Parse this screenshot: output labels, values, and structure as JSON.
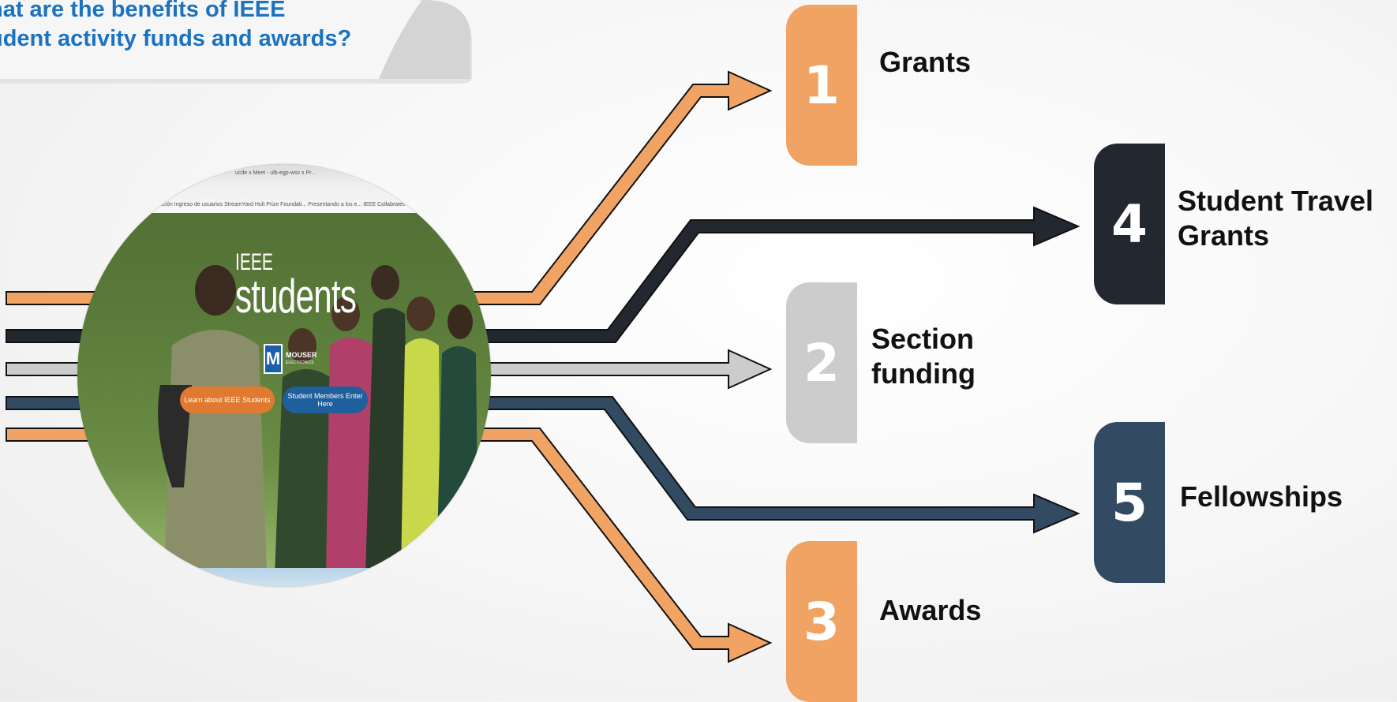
{
  "question": {
    "line1": "hat are the benefits of IEEE",
    "line2": "udent activity funds and awards?"
  },
  "colors": {
    "orange": "#f0a363",
    "navy": "#23272f",
    "gray": "#cccccc",
    "slate": "#334a63",
    "question_text": "#1b72c0"
  },
  "items": [
    {
      "number": "1",
      "label_lines": [
        "Grants"
      ],
      "color": "orange"
    },
    {
      "number": "2",
      "label_lines": [
        "Section",
        "funding"
      ],
      "color": "gray"
    },
    {
      "number": "3",
      "label_lines": [
        "Awards"
      ],
      "color": "orange"
    },
    {
      "number": "4",
      "label_lines": [
        "Student Travel",
        "Grants"
      ],
      "color": "navy"
    },
    {
      "number": "5",
      "label_lines": [
        "Fellowships"
      ],
      "color": "slate"
    }
  ],
  "photo": {
    "ieee": "IEEE",
    "students": "students",
    "sponsor_name": "MOUSER",
    "sponsor_sub": "ELECTRONICS",
    "sponsor_initial": "M",
    "button_learn": "Learn about IEEE Students",
    "button_members": "Student Members Enter Here",
    "browser_tabs": "ucde      x   Meet - ulb-egp-wsv      x   Pr...",
    "bookmarks": "ación   Ingreso de usuarios   StreamYard   Hult Prize Foundati...   Presentando a los e...   IEEE Collabratec   Conectar   Búsqueda av..."
  }
}
